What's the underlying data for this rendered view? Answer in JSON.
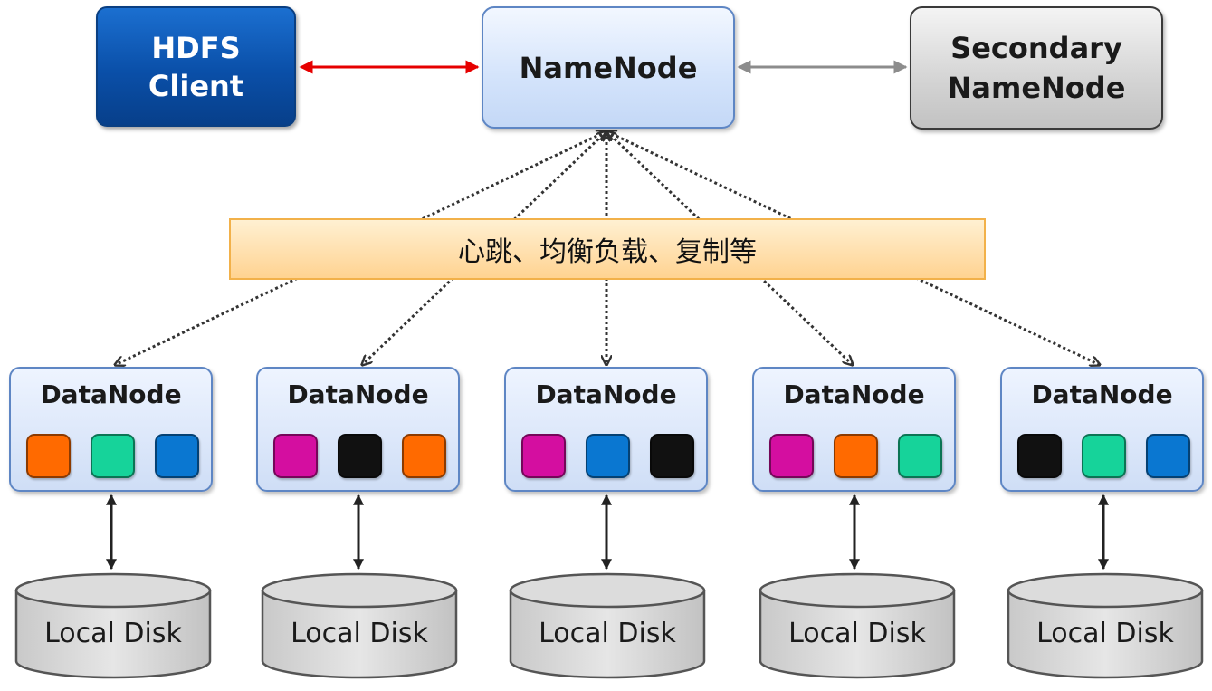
{
  "hdfs_client": {
    "label": "HDFS\nClient"
  },
  "namenode": {
    "label": "NameNode"
  },
  "secondary_namenode": {
    "label": "Secondary\nNameNode"
  },
  "banner": {
    "label": "心跳、均衡负载、复制等"
  },
  "datanodes": [
    {
      "label": "DataNode",
      "blocks": [
        "orange",
        "green",
        "blue"
      ]
    },
    {
      "label": "DataNode",
      "blocks": [
        "magenta",
        "black",
        "orange"
      ]
    },
    {
      "label": "DataNode",
      "blocks": [
        "magenta",
        "blue",
        "black"
      ]
    },
    {
      "label": "DataNode",
      "blocks": [
        "magenta",
        "orange",
        "green"
      ]
    },
    {
      "label": "DataNode",
      "blocks": [
        "black",
        "green",
        "blue"
      ]
    }
  ],
  "disks": [
    {
      "label": "Local Disk"
    },
    {
      "label": "Local Disk"
    },
    {
      "label": "Local Disk"
    },
    {
      "label": "Local Disk"
    },
    {
      "label": "Local Disk"
    }
  ],
  "colors": {
    "orange": "#ff6a00",
    "green": "#16d39a",
    "blue": "#0a77d1",
    "magenta": "#d40ea0",
    "black": "#111111",
    "client_to_namenode_arrow": "#e60000",
    "namenode_to_secondary_arrow": "#8c8c8c"
  }
}
